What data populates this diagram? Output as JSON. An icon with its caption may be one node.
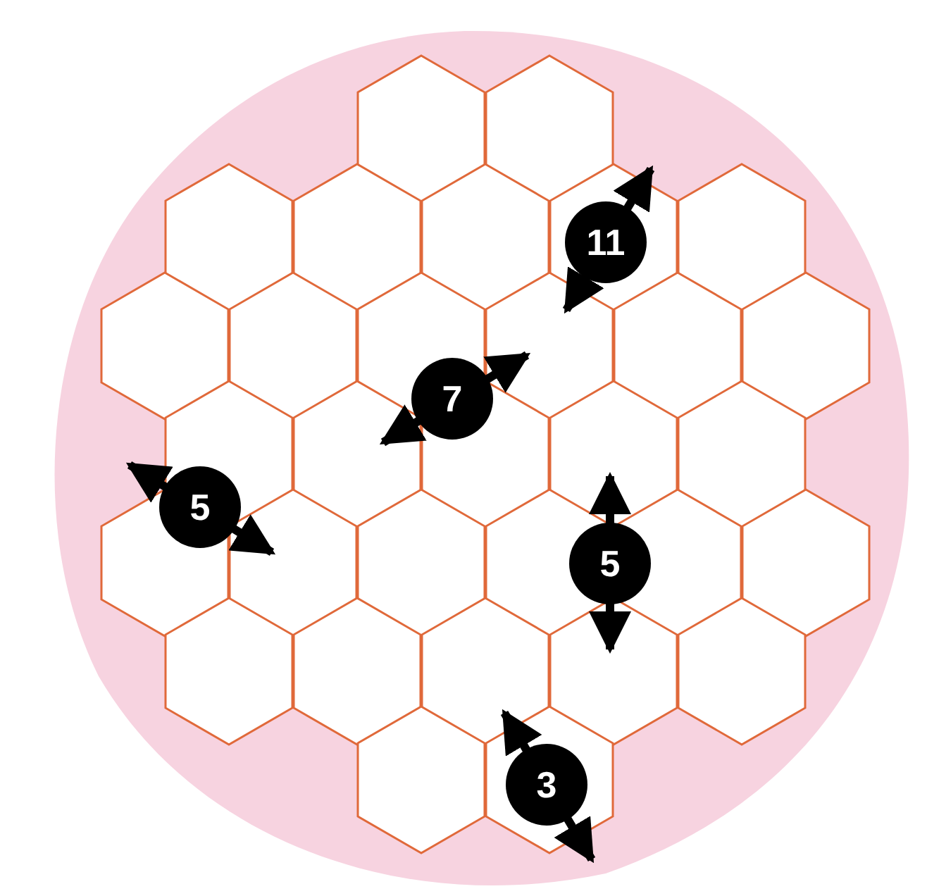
{
  "diagram": {
    "labels": [
      "11",
      "7",
      "5",
      "5",
      "3"
    ]
  }
}
